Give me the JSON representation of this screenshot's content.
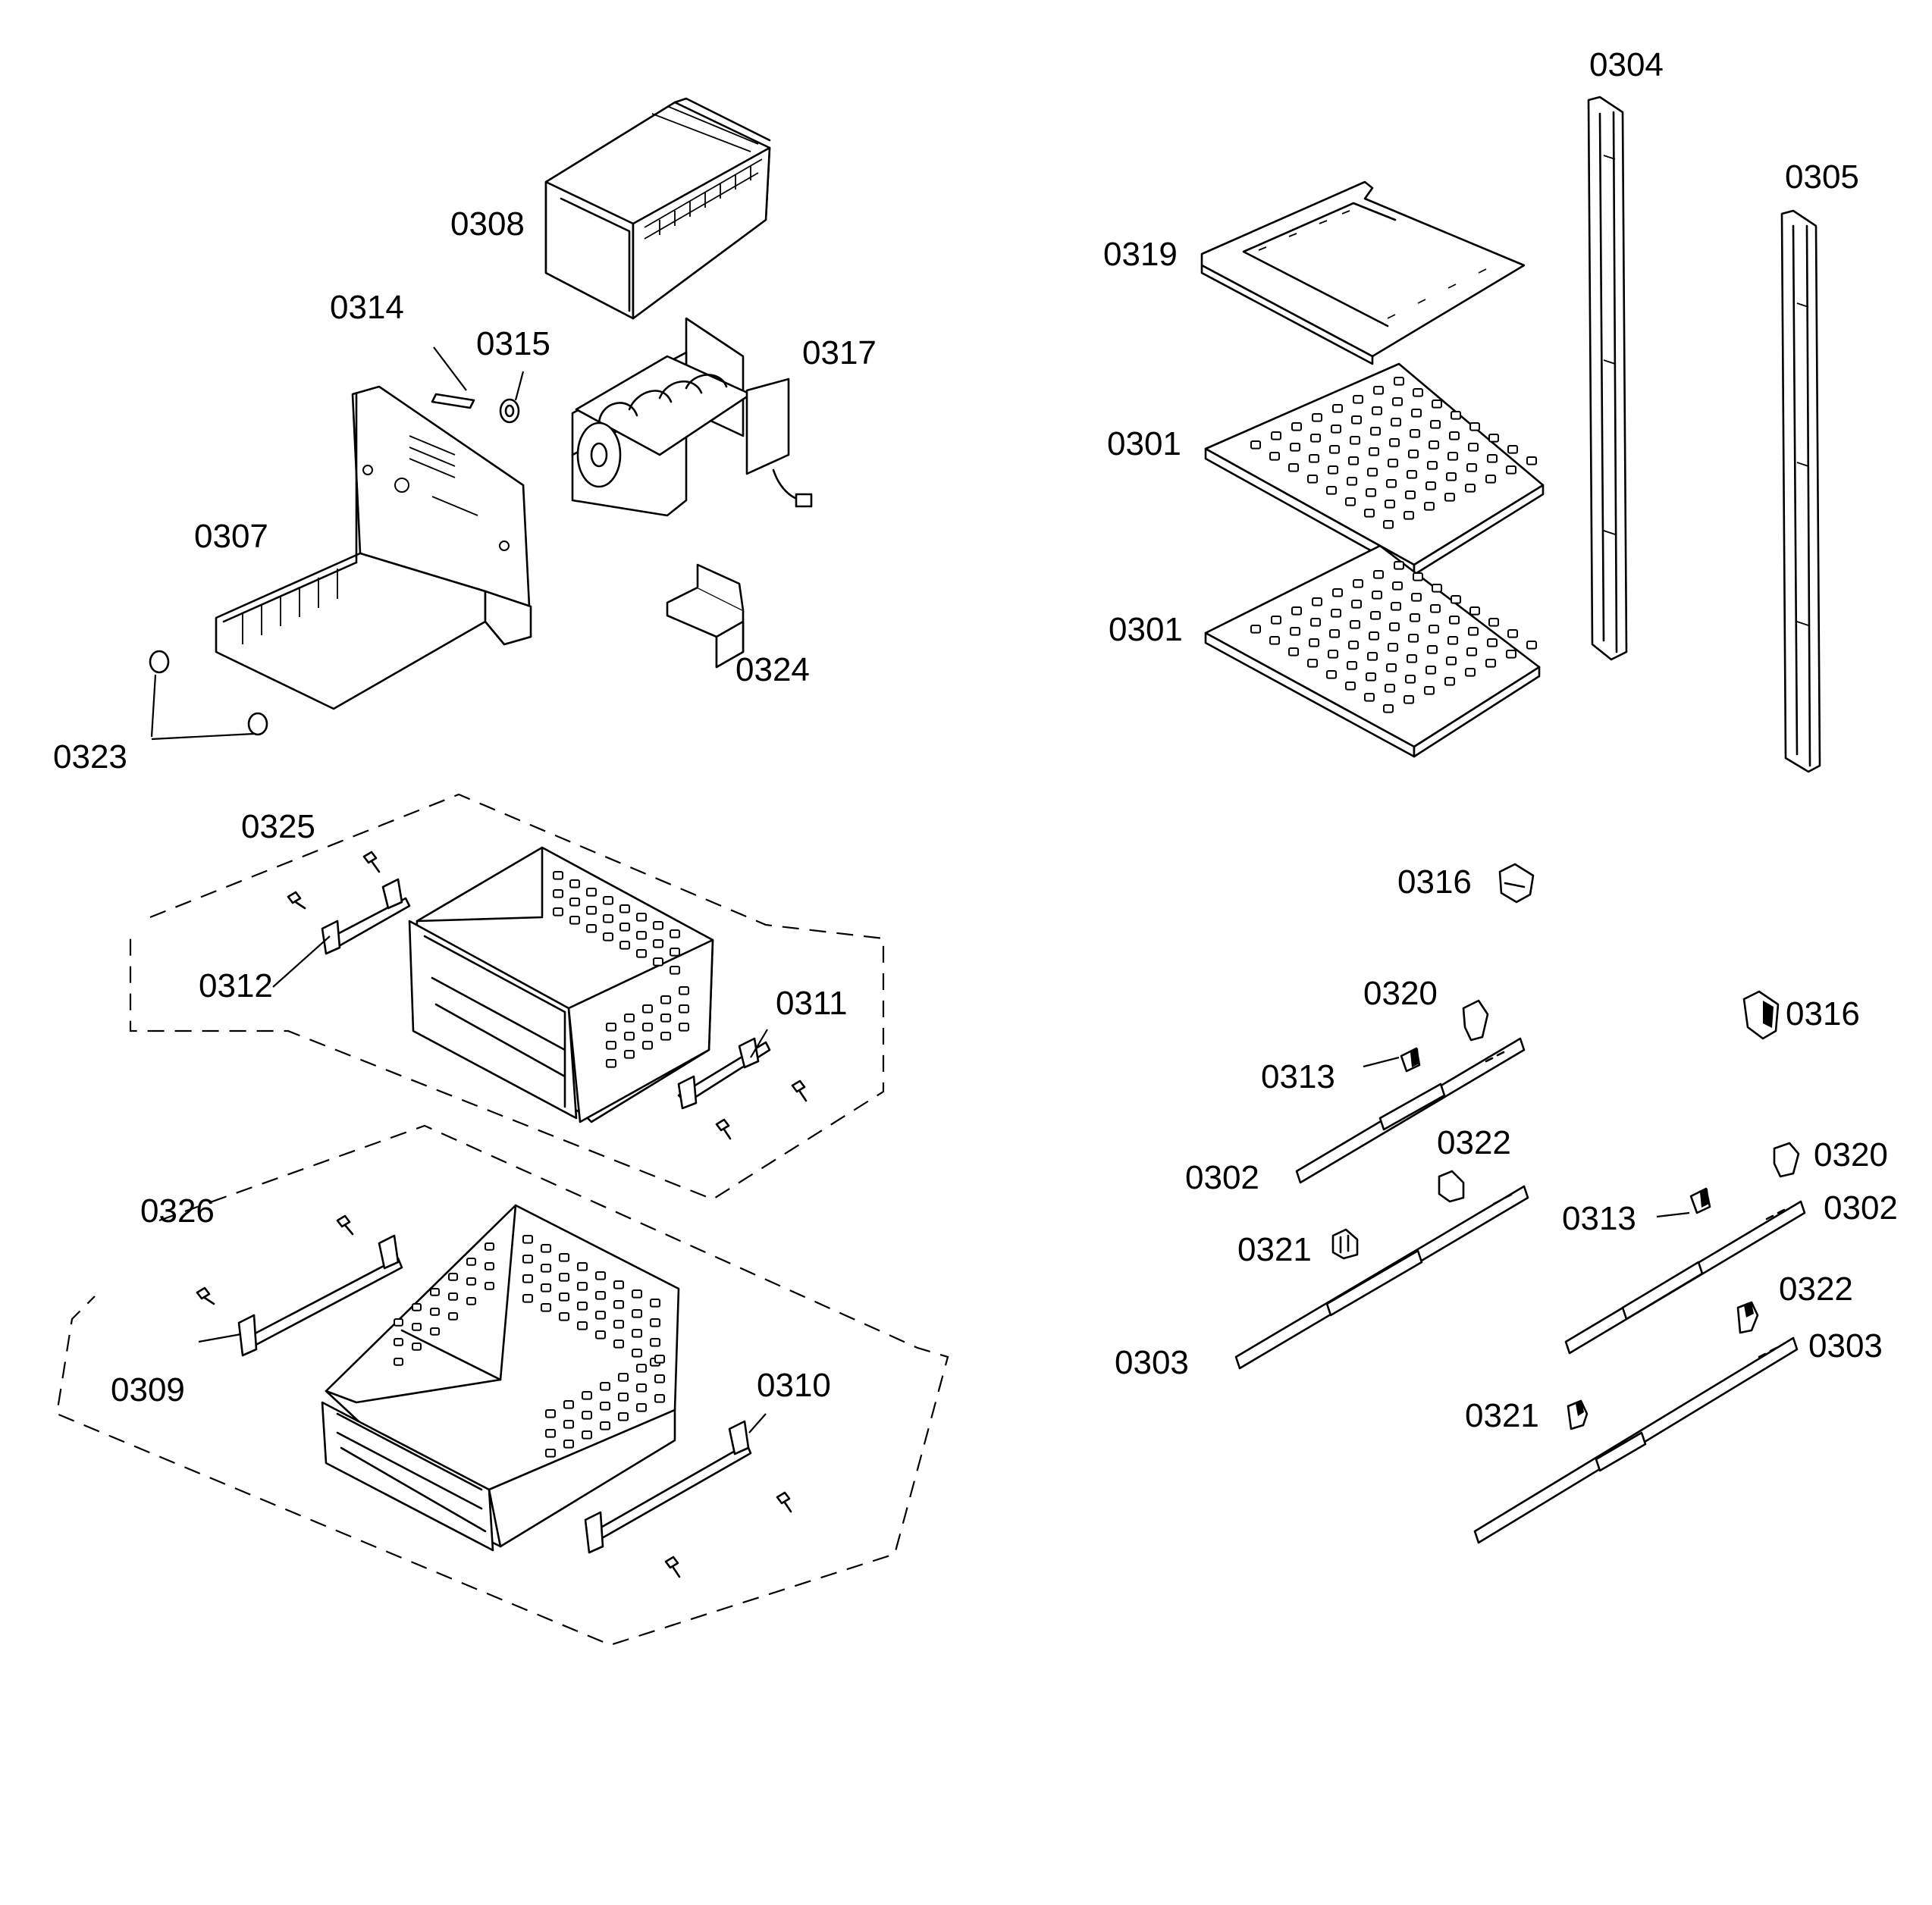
{
  "labels": {
    "p0301a": "0301",
    "p0301b": "0301",
    "p0302a": "0302",
    "p0302b": "0302",
    "p0303a": "0303",
    "p0303b": "0303",
    "p0304": "0304",
    "p0305": "0305",
    "p0307": "0307",
    "p0308": "0308",
    "p0309": "0309",
    "p0310": "0310",
    "p0311": "0311",
    "p0312": "0312",
    "p0313a": "0313",
    "p0313b": "0313",
    "p0314": "0314",
    "p0315": "0315",
    "p0316a": "0316",
    "p0316b": "0316",
    "p0317": "0317",
    "p0319": "0319",
    "p0320a": "0320",
    "p0320b": "0320",
    "p0321a": "0321",
    "p0321b": "0321",
    "p0322a": "0322",
    "p0322b": "0322",
    "p0323": "0323",
    "p0324": "0324",
    "p0325": "0325",
    "p0326": "0326"
  }
}
